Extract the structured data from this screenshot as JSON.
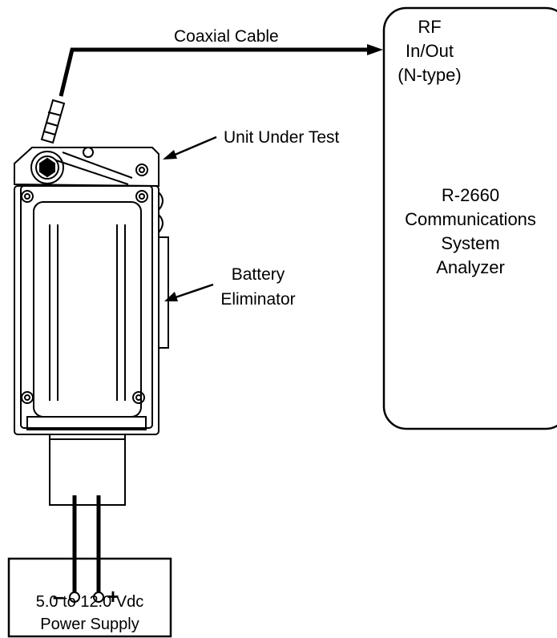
{
  "cable_label": "Coaxial Cable",
  "uut_label": "Unit Under Test",
  "battery_eliminator": {
    "line1": "Battery",
    "line2": "Eliminator"
  },
  "analyzer": {
    "port_line1": "RF",
    "port_line2": "In/Out",
    "port_line3": "(N-type)",
    "name_line1": "R-2660",
    "name_line2": "Communications",
    "name_line3": "System",
    "name_line4": "Analyzer"
  },
  "power_supply": {
    "minus": "–",
    "plus": "+",
    "line1": "5.0 to 12.0 Vdc",
    "line2": "Power Supply"
  },
  "colors": {
    "line": "#000000",
    "background": "#ffffff"
  }
}
